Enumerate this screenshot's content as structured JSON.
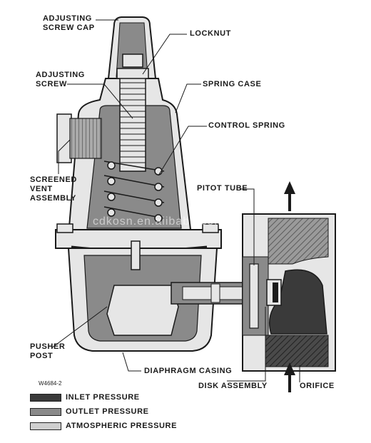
{
  "labels": {
    "adjusting_screw_cap": "ADJUSTING\nSCREW CAP",
    "locknut": "LOCKNUT",
    "adjusting_screw": "ADJUSTING\nSCREW",
    "spring_case": "SPRING CASE",
    "control_spring": "CONTROL SPRING",
    "screened_vent_assembly": "SCREENED\nVENT\nASSEMBLY",
    "pitot_tube": "PITOT TUBE",
    "pusher_post": "PUSHER\nPOST",
    "diaphragm_casing": "DIAPHRAGM CASING",
    "disk_assembly": "DISK ASSEMBLY",
    "orifice": "ORIFICE"
  },
  "figure_code": "W4684-2",
  "watermark": "cdkosn.en.alibaba.com",
  "legend": [
    {
      "label": "INLET PRESSURE",
      "color": "#3a3a3a"
    },
    {
      "label": "OUTLET PRESSURE",
      "color": "#8a8a8a"
    },
    {
      "label": "ATMOSPHERIC PRESSURE",
      "color": "#cfcfcf"
    }
  ],
  "colors": {
    "inlet": "#3a3a3a",
    "outlet": "#8a8a8a",
    "atmospheric": "#cfcfcf",
    "body": "#e6e6e6",
    "outline": "#1a1a1a"
  }
}
